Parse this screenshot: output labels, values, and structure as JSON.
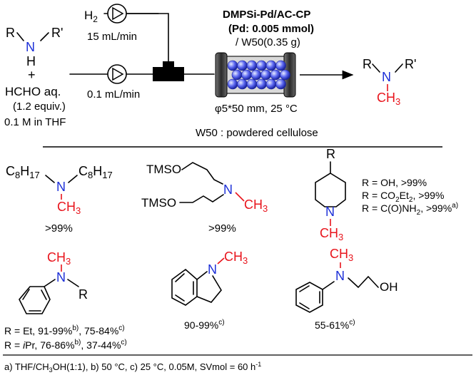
{
  "colors": {
    "nitrogen": "#1c2fd8",
    "methyl": "#e8141c",
    "text": "#000000",
    "ball": "#5a66f0"
  },
  "icons": [
    "pump-icon",
    "tee-mixer-icon",
    "packed-column-icon",
    "arrow-icon"
  ],
  "reaction": {
    "reagent_R": "R",
    "reagent_Rp": "R'",
    "reagent_N": "N",
    "reagent_H": "H",
    "plus": "+",
    "hcho": "HCHO aq.",
    "equiv": "(1.2 equiv.)",
    "conc": "0.1 M in THF",
    "h2": "H",
    "h2_sub": "2",
    "h2_rate": "15 mL/min",
    "liquid_rate": "0.1 mL/min",
    "catalyst": "DMPSi-Pd/AC-CP",
    "pd_amount": "(Pd: 0.005 mmol)",
    "support": "/ W50(0.35 g)",
    "column": "φ5*50 mm, 25 ",
    "deg_c": "°C",
    "w50_note": "W50 : powdered cellulose",
    "product_R": "R",
    "product_Rp": "R'",
    "product_N": "N",
    "product_CH": "CH",
    "product_3": "3"
  },
  "products": {
    "p1": {
      "c": "C",
      "h": "H",
      "sub8": "8",
      "sub17": "17",
      "n": "N",
      "ch": "CH",
      "three": "3",
      "yield": ">99%"
    },
    "p2": {
      "tmso1": "TMSO",
      "tmso2": "TMSO",
      "n": "N",
      "ch": "CH",
      "three": "3",
      "yield": ">99%"
    },
    "p3": {
      "r": "R",
      "n": "N",
      "ch": "CH",
      "three": "3",
      "y1": "R = OH, >99%",
      "y2a": "R = CO",
      "y2b": "2",
      "y2c": "Et",
      "y2d": "2",
      "y2e": ", >99%",
      "y3a": "R = C(O)NH",
      "y3b": "2",
      "y3c": ", >99%",
      "y3d": "a)"
    },
    "p4": {
      "n": "N",
      "ch": "CH",
      "three": "3",
      "r": "R",
      "l1a": "R = Et, 91-99%",
      "l1b": "b)",
      "l1c": ", 75-84%",
      "l1d": "c)",
      "l2a": "R = ",
      "l2i": "i",
      "l2b": "Pr, 76-86%",
      "l2c": "b)",
      "l2d": ", 37-44%",
      "l2e": "c)"
    },
    "p5": {
      "n": "N",
      "ch": "CH",
      "three": "3",
      "yield": "90-99%",
      "sup": "c)"
    },
    "p6": {
      "n": "N",
      "ch": "CH",
      "three": "3",
      "oh": "OH",
      "yield": "55-61%",
      "sup": "c)"
    }
  },
  "footnote": {
    "a": "a) THF/CH",
    "a2": "3",
    "b": "OH(1:1), b) 50 ",
    "deg1": "°C",
    "c": ", c) 25 ",
    "deg2": "°C",
    "d": ", 0.05M, SVmol = 60 h",
    "sup": "-1"
  }
}
